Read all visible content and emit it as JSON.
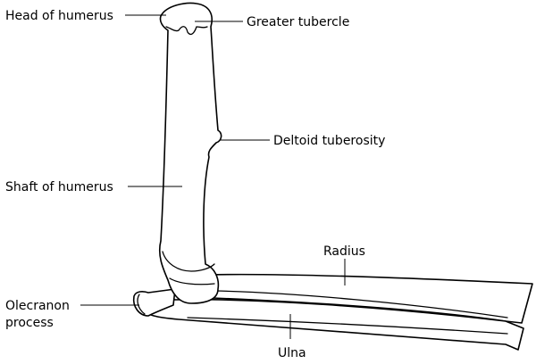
{
  "labels": {
    "head_of_humerus": "Head of humerus",
    "greater_tubercle": "Greater tubercle",
    "deltoid_tuberosity": "Deltoid tuberosity",
    "shaft_of_humerus": "Shaft of humerus",
    "radius": "Radius",
    "olecranon_process_line1": "Olecranon",
    "olecranon_process_line2": "process",
    "ulna": "Ulna"
  },
  "colors": {
    "background": "#ffffff",
    "ink": "#000000"
  }
}
